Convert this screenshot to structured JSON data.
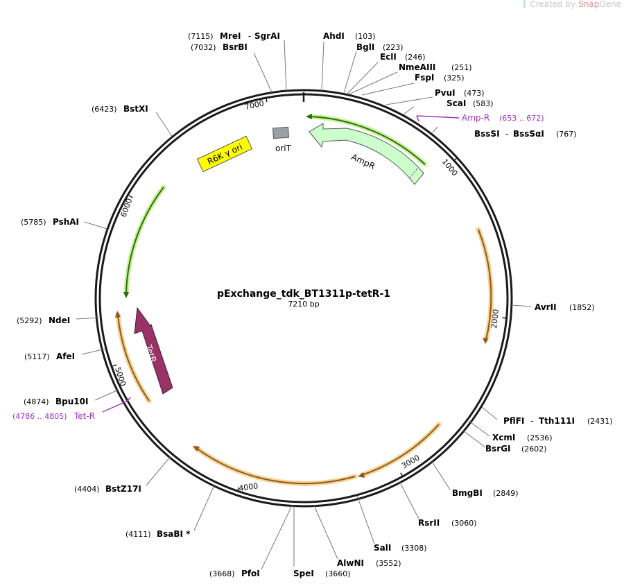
{
  "credit": {
    "prefix": "Created by ",
    "brand_a": "Snap",
    "brand_b": "Gene"
  },
  "plasmid": {
    "name": "pExchange_tdk_BT1311p-tetR-1",
    "size_label": "7210 bp",
    "length": 7210
  },
  "ticks": [
    "1000",
    "2000",
    "3000",
    "4000",
    "5000",
    "6000",
    "7000"
  ],
  "sites": [
    {
      "id": "mrei-sgrai",
      "pos": "(7115)",
      "name": "MreI",
      "sep": "-",
      "name2": "SgrAI"
    },
    {
      "id": "bsrbi",
      "pos": "(7032)",
      "name": "BsrBI"
    },
    {
      "id": "ahdi",
      "pos": "(103)",
      "name": "AhdI"
    },
    {
      "id": "bgli",
      "pos": "(223)",
      "name": "BglI"
    },
    {
      "id": "ecli",
      "pos": "(246)",
      "name": "EclI"
    },
    {
      "id": "nmeaiii",
      "pos": "(251)",
      "name": "NmeAIII"
    },
    {
      "id": "fspi",
      "pos": "(325)",
      "name": "FspI"
    },
    {
      "id": "pvui",
      "pos": "(473)",
      "name": "PvuI"
    },
    {
      "id": "scai",
      "pos": "(583)",
      "name": "ScaI"
    },
    {
      "id": "bsssi-bsssai",
      "pos": "(767)",
      "name": "BssSI",
      "sep": "-",
      "name2": "BssSαI"
    },
    {
      "id": "avrii",
      "pos": "(1852)",
      "name": "AvrII"
    },
    {
      "id": "pflfi-tth111i",
      "pos": "(2431)",
      "name": "PflFI",
      "sep": "-",
      "name2": "Tth111I"
    },
    {
      "id": "xcmi",
      "pos": "(2536)",
      "name": "XcmI"
    },
    {
      "id": "bsrgi",
      "pos": "(2602)",
      "name": "BsrGI"
    },
    {
      "id": "bmgbi",
      "pos": "(2849)",
      "name": "BmgBI"
    },
    {
      "id": "rsrii",
      "pos": "(3060)",
      "name": "RsrII"
    },
    {
      "id": "sali",
      "pos": "(3308)",
      "name": "SalI"
    },
    {
      "id": "alwni",
      "pos": "(3552)",
      "name": "AlwNI"
    },
    {
      "id": "spei",
      "pos": "(3660)",
      "name": "SpeI"
    },
    {
      "id": "pfoi",
      "pos": "(3668)",
      "name": "PfoI"
    },
    {
      "id": "bsabi",
      "pos": "(4111)",
      "name": "BsaBI *"
    },
    {
      "id": "bstz17i",
      "pos": "(4404)",
      "name": "BstZ17I"
    },
    {
      "id": "bpu10i",
      "pos": "(4874)",
      "name": "Bpu10I"
    },
    {
      "id": "afei",
      "pos": "(5117)",
      "name": "AfeI"
    },
    {
      "id": "ndei",
      "pos": "(5292)",
      "name": "NdeI"
    },
    {
      "id": "pshai",
      "pos": "(5785)",
      "name": "PshAI"
    },
    {
      "id": "bstxi",
      "pos": "(6423)",
      "name": "BstXI"
    }
  ],
  "primers": [
    {
      "id": "amp-r",
      "name": "Amp-R",
      "range": "(653 .. 672)"
    },
    {
      "id": "tet-r",
      "name": "Tet-R",
      "range": "(4786 .. 4805)"
    }
  ],
  "features": [
    {
      "id": "ampr",
      "label": "AmpR",
      "color": "#ccffcc"
    },
    {
      "id": "orit",
      "label": "oriT",
      "color": "#9aa0a6"
    },
    {
      "id": "r6k",
      "label": "R6K γ ori",
      "color": "#ffff00"
    },
    {
      "id": "tetr",
      "label": "TetR",
      "color": "#993366"
    }
  ],
  "colors": {
    "backbone": "#1a1a1a",
    "orf_green": "#2f6a12",
    "orf_green_glow": "#b8f07a",
    "orf_orange": "#8a5a1c",
    "orf_orange_glow": "#f5c77a",
    "primer": "#a033c8",
    "leader": "#777777"
  }
}
